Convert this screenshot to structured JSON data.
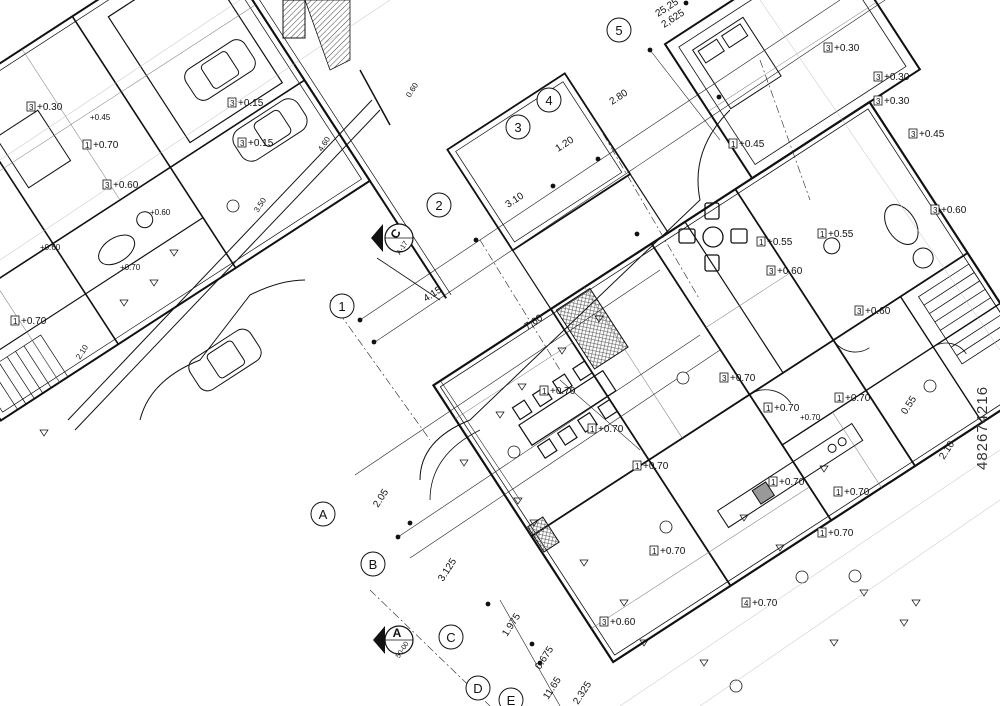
{
  "grid_labels": {
    "a": "A",
    "b": "B",
    "c": "C",
    "d": "D",
    "e": "E",
    "n1": "1",
    "n2": "2",
    "n3": "3",
    "n4": "4",
    "n5": "5"
  },
  "section_markers": {
    "a_letter": "A",
    "a_ref": "50-00",
    "c_letter": "C",
    "c_ref": "A-17"
  },
  "dimensions": {
    "d1": "2,625",
    "d2": "25,25",
    "d3": "2.80",
    "d4": "1.20",
    "d5": "3.10",
    "d6": "4.15",
    "d7": "7.60",
    "d8": "2.05",
    "d9": "3.125",
    "d10": "1.975",
    "d11": "0.675",
    "d12": "11.65",
    "d13": "2.325",
    "d14": "2.10",
    "d15": "0.55",
    "d16": "4.60",
    "d17": "3.50",
    "d18": "2.10",
    "d19": "0.60"
  },
  "levels": {
    "l1": "+0.30",
    "l2": "+0.30",
    "l3": "+0.30",
    "l4": "+0.45",
    "l5": "+0.45",
    "l6": "+0.55",
    "l7": "+0.55",
    "l8": "+0.60",
    "l9": "+0.60",
    "l10": "+0.60",
    "l11": "+0.70",
    "l12": "+0.70",
    "l13": "+0.70",
    "l14": "+0.70",
    "l15": "+0.70",
    "l16": "+0.70",
    "l17": "+0.70",
    "l18": "+0.70",
    "l19": "+0.70",
    "l20": "+0.60",
    "l21": "+0.70",
    "l22": "+0.60",
    "l23": "+0.15",
    "l24": "+0.15",
    "l25": "+0.70",
    "l26": "+0.60",
    "l27": "+0.45",
    "l28": "+0.30",
    "l29": "+0.70",
    "l30": "+0.70",
    "l31": "+0.60",
    "l32": "+0.70",
    "l33": "+0.70"
  },
  "level_tags": {
    "t1": "1",
    "t3": "3",
    "t4": "4"
  },
  "watermark": {
    "id": "482674216"
  }
}
